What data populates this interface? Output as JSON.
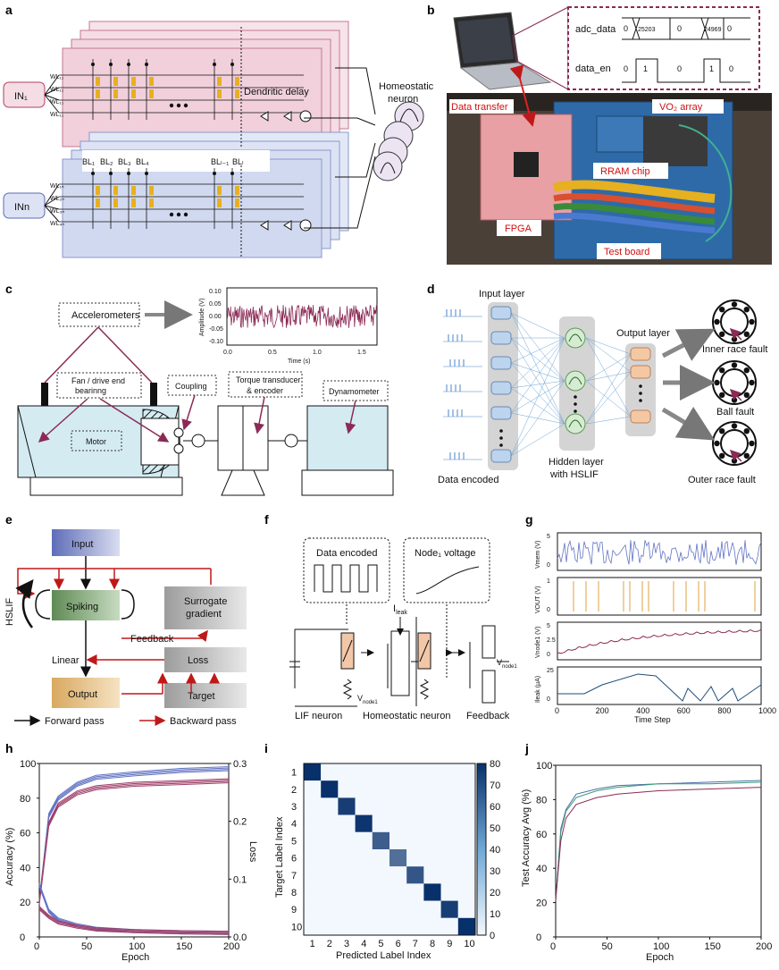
{
  "panels": {
    "a": "a",
    "b": "b",
    "c": "c",
    "d": "d",
    "e": "e",
    "f": "f",
    "g": "g",
    "h": "h",
    "i": "i",
    "j": "j"
  },
  "panel_a": {
    "in1": "IN₁",
    "inn": "INn",
    "dendritic": "Dendritic delay",
    "neuron": "Homeostatic\nneuron",
    "wl_top": [
      "WL₁₁",
      "WL₁₁",
      "WL₁₁",
      "WL₁₁"
    ],
    "bl": [
      "BL₁",
      "BL₂",
      "BL₃",
      "BL₄",
      "BLₗ₋₁",
      "BLₗ"
    ],
    "wl_bot": [
      "WL₁ₙ",
      "WL₂ₙ",
      "WL₃ₙ",
      "WL₄ₙ"
    ]
  },
  "panel_b": {
    "adc_label": "adc_data",
    "adc_values": [
      "0",
      "25203",
      "0",
      "24969",
      "0"
    ],
    "en_label": "data_en",
    "en_values": [
      "0",
      "1",
      "0",
      "1",
      "0"
    ],
    "data_transfer": "Data transfer",
    "vo2": "VO₂ array",
    "rram": "RRAM chip",
    "fpga": "FPGA",
    "test_board": "Test board"
  },
  "panel_c": {
    "accelerometers": "Accelerometers",
    "fan": "Fan / drive end\nbearinng",
    "coupling": "Coupling",
    "torque": "Torque transducer\n& encoder",
    "dyno": "Dynamometer",
    "motor": "Motor",
    "ylabel": "Amplitude (V)",
    "xlabel": "Time (s)",
    "yticks": [
      "0.10",
      "0.05",
      "0.00",
      "-0.05",
      "-0.10"
    ],
    "xticks": [
      "0.0",
      "0.5",
      "1.0",
      "1.5"
    ]
  },
  "panel_d": {
    "input_layer": "Input layer",
    "output_layer": "Output layer",
    "hidden": "Hidden layer\nwith HSLIF",
    "encoded": "Data encoded",
    "inner": "Inner race fault",
    "ball": "Ball fault",
    "outer": "Outer race fault"
  },
  "panel_e": {
    "input": "Input",
    "spiking": "Spiking",
    "surrogate": "Surrogate\ngradient",
    "feedback": "Feedback",
    "linear": "Linear",
    "loss": "Loss",
    "output": "Output",
    "target": "Target",
    "hslif": "HSLIF",
    "forward": "Forward pass",
    "backward": "Backward pass"
  },
  "panel_f": {
    "encoded": "Data encoded",
    "node_voltage": "Node₁ voltage",
    "ileak": "I",
    "ileak_sub": "leak",
    "vnode1": "V",
    "vnode1_sub": "node1",
    "lif": "LIF neuron",
    "homeo": "Homeostatic neuron",
    "feedback": "Feedback"
  },
  "panel_g": {
    "ylabels": [
      "Vmem (V)",
      "VOUT (V)",
      "Vnode1 (V)",
      "Ileak (μA)"
    ],
    "xlabel": "Time Step",
    "xticks": [
      "0",
      "200",
      "400",
      "600",
      "800",
      "1000"
    ],
    "colors": [
      "#6274c4",
      "#e0a040",
      "#8b2a55",
      "#1f4e79"
    ]
  },
  "chart_data": [
    {
      "type": "line",
      "panel": "h",
      "xlabel": "Epoch",
      "ylabel": "Accuracy (%)",
      "y2label": "Loss",
      "xlim": [
        0,
        200
      ],
      "ylim": [
        0,
        100
      ],
      "y2lim": [
        0,
        0.3
      ],
      "xticks": [
        "0",
        "50",
        "100",
        "150",
        "200"
      ],
      "yticks": [
        "0",
        "20",
        "40",
        "60",
        "80",
        "100"
      ],
      "y2ticks": [
        "0.0",
        "0.1",
        "0.2",
        "0.3"
      ],
      "series": [
        {
          "color": "#6274c4",
          "x": [
            0,
            10,
            20,
            40,
            60,
            100,
            150,
            200
          ],
          "values": [
            20,
            70,
            80,
            88,
            92,
            94,
            96,
            97
          ]
        },
        {
          "color": "#a0406a",
          "x": [
            0,
            10,
            20,
            40,
            60,
            100,
            150,
            200
          ],
          "values": [
            20,
            65,
            76,
            83,
            86,
            88,
            89,
            90
          ]
        }
      ],
      "loss_series": [
        {
          "color": "#6274c4",
          "x": [
            0,
            10,
            20,
            40,
            60,
            100,
            150,
            200
          ],
          "values": [
            0.09,
            0.045,
            0.03,
            0.02,
            0.014,
            0.01,
            0.008,
            0.007
          ]
        },
        {
          "color": "#a0406a",
          "x": [
            0,
            10,
            20,
            40,
            60,
            100,
            150,
            200
          ],
          "values": [
            0.05,
            0.035,
            0.025,
            0.018,
            0.013,
            0.01,
            0.008,
            0.007
          ]
        }
      ]
    },
    {
      "type": "heatmap",
      "panel": "i",
      "xlabel": "Predicted Label Index",
      "ylabel": "Target Label Index",
      "categories": [
        "1",
        "2",
        "3",
        "4",
        "5",
        "6",
        "7",
        "8",
        "9",
        "10"
      ],
      "colorbar_ticks": [
        "0",
        "10",
        "20",
        "30",
        "40",
        "50",
        "60",
        "70",
        "80"
      ],
      "diagonal": [
        80,
        80,
        75,
        78,
        62,
        55,
        65,
        80,
        75,
        80
      ]
    },
    {
      "type": "line",
      "panel": "j",
      "xlabel": "Epoch",
      "ylabel": "Test Accuracy Avg (%)",
      "xlim": [
        0,
        200
      ],
      "ylim": [
        0,
        100
      ],
      "xticks": [
        "0",
        "50",
        "100",
        "150",
        "200"
      ],
      "yticks": [
        "0",
        "20",
        "40",
        "60",
        "80",
        "100"
      ],
      "series": [
        {
          "color": "#4a6fa8",
          "x": [
            0,
            5,
            10,
            20,
            40,
            60,
            100,
            150,
            200
          ],
          "values": [
            20,
            62,
            73,
            82,
            85,
            87,
            88,
            89,
            90
          ]
        },
        {
          "color": "#3a9a7a",
          "x": [
            0,
            5,
            10,
            20,
            40,
            60,
            100,
            150,
            200
          ],
          "values": [
            20,
            60,
            72,
            80,
            84,
            86,
            88,
            88,
            89
          ]
        },
        {
          "color": "#8b2a55",
          "x": [
            0,
            5,
            10,
            20,
            40,
            60,
            100,
            150,
            200
          ],
          "values": [
            20,
            55,
            68,
            76,
            80,
            82,
            84,
            85,
            86
          ]
        }
      ]
    }
  ]
}
